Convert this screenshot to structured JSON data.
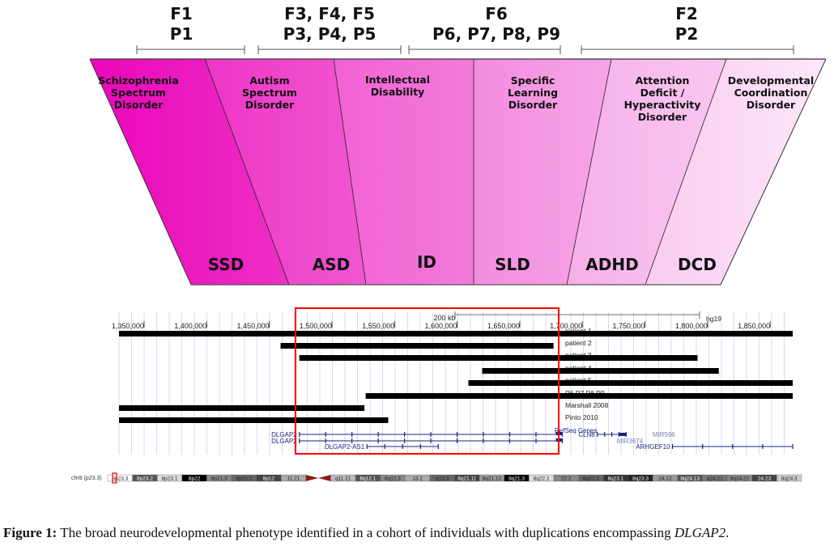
{
  "groups": [
    {
      "families": "F1",
      "patients": "P1"
    },
    {
      "families": "F3, F4, F5",
      "patients": "P3, P4, P5"
    },
    {
      "families": "F6",
      "patients": "P6, P7, P8, P9"
    },
    {
      "families": "F2",
      "patients": "P2"
    }
  ],
  "disorders": [
    {
      "name_lines": [
        "Schizophrenia",
        "Spectrum",
        "Disorder"
      ],
      "abbr": "SSD",
      "color": "#ec0fbd"
    },
    {
      "name_lines": [
        "Autism",
        "Spectrum",
        "Disorder"
      ],
      "abbr": "ASD",
      "color": "#f044cb"
    },
    {
      "name_lines": [
        "Intellectual",
        "Disability"
      ],
      "abbr": "ID",
      "color": "#f36ad7"
    },
    {
      "name_lines": [
        "Specific",
        "Learning",
        "Disorder"
      ],
      "abbr": "SLD",
      "color": "#f592e2"
    },
    {
      "name_lines": [
        "Attention",
        "Deficit /",
        "Hyperactivity",
        "Disorder"
      ],
      "abbr": "ADHD",
      "color": "#f7b8ec"
    },
    {
      "name_lines": [
        "Developmental",
        "Coordination",
        "Disorder"
      ],
      "abbr": "DCD",
      "color": "#fbdcf5"
    }
  ],
  "browser": {
    "assembly": "hg19",
    "scale_label": "200 kb",
    "chromosome_label": "chr8 (p23.3)",
    "ticks": [
      "1,350,000",
      "1,400,000",
      "1,450,000",
      "1,500,000",
      "1,550,000",
      "1,600,000",
      "1,650,000",
      "1,700,000",
      "1,750,000",
      "1,800,000",
      "1,850,000"
    ],
    "tick_values": [
      1350000,
      1400000,
      1450000,
      1500000,
      1550000,
      1600000,
      1650000,
      1700000,
      1750000,
      1800000,
      1850000
    ],
    "view_range": [
      1330000,
      1868000
    ],
    "highlight_range": [
      1474000,
      1684000
    ],
    "tracks": [
      {
        "label": "patient 1",
        "start": 1330000,
        "end": 1868000
      },
      {
        "label": "patient 2",
        "start": 1459000,
        "end": 1677000
      },
      {
        "label": "patient 3",
        "start": 1474000,
        "end": 1792000
      },
      {
        "label": "patient 4",
        "start": 1620000,
        "end": 1809000
      },
      {
        "label": "patient 5",
        "start": 1609000,
        "end": 1868000
      },
      {
        "label": "P6 P7 P8 P9",
        "start": 1527000,
        "end": 1868000
      },
      {
        "label": "Marshall 2008",
        "start": 1330000,
        "end": 1526000
      },
      {
        "label": "Pinto 2010",
        "start": 1330000,
        "end": 1545000
      }
    ],
    "genes_label": "RefSeq Genes",
    "genes": [
      {
        "name": "DLGAP2",
        "start": 1474000,
        "end": 1684000,
        "row": 0,
        "style": "dark"
      },
      {
        "name": "DLGAP2",
        "start": 1474000,
        "end": 1684000,
        "row": 1,
        "style": "dark"
      },
      {
        "name": "DLGAP2-AS1",
        "start": 1528000,
        "end": 1585000,
        "row": 2,
        "style": "dark"
      },
      {
        "name": "CLN8",
        "start": 1712000,
        "end": 1735000,
        "row": 0,
        "style": "dark"
      },
      {
        "name": "MIR596",
        "start": 1765000,
        "end": 1766000,
        "row": 0,
        "style": "muted"
      },
      {
        "name": "MIR3674",
        "start": 1738000,
        "end": 1739000,
        "row": 1,
        "style": "muted"
      },
      {
        "name": "ARHGEF10",
        "start": 1772000,
        "end": 1868000,
        "row": 2,
        "style": "dark"
      }
    ],
    "ideogram_bands": [
      {
        "name": "8p23.3",
        "shade": "#ffffff"
      },
      {
        "name": "8p23.2",
        "shade": "#555555"
      },
      {
        "name": "8p23.1",
        "shade": "#dddddd"
      },
      {
        "name": "8p22",
        "shade": "#000000"
      },
      {
        "name": "8p21.3",
        "shade": "#888888"
      },
      {
        "name": "8p21.2",
        "shade": "#666666"
      },
      {
        "name": "8p12",
        "shade": "#444444"
      },
      {
        "name": "11.21",
        "shade": "#aaaaaa"
      },
      {
        "name": "cen",
        "shade": "#8b1a1a"
      },
      {
        "name": "q11.21",
        "shade": "#bbbbbb"
      },
      {
        "name": "8q12.1",
        "shade": "#555555"
      },
      {
        "name": "8q12.3",
        "shade": "#888888"
      },
      {
        "name": "13.2",
        "shade": "#aaaaaa"
      },
      {
        "name": "q13.3",
        "shade": "#666666"
      },
      {
        "name": "8q21.11",
        "shade": "#444444"
      },
      {
        "name": "8q21.13",
        "shade": "#999999"
      },
      {
        "name": "8q21.3",
        "shade": "#000000"
      },
      {
        "name": "8q22.1",
        "shade": "#dddddd"
      },
      {
        "name": "22.2",
        "shade": "#888888"
      },
      {
        "name": "8q22.3",
        "shade": "#666666"
      },
      {
        "name": "8q23.1",
        "shade": "#333333"
      },
      {
        "name": "8q23.3",
        "shade": "#222222"
      },
      {
        "name": "24.12",
        "shade": "#999999"
      },
      {
        "name": "8q24.13",
        "shade": "#555555"
      },
      {
        "name": "q24.21",
        "shade": "#777777"
      },
      {
        "name": "8q24.22",
        "shade": "#888888"
      },
      {
        "name": "24.23",
        "shade": "#444444"
      },
      {
        "name": "8q24.3",
        "shade": "#cccccc"
      }
    ],
    "colors": {
      "highlight_box": "#ff0000",
      "gene": "#1a237e",
      "grid": "#d8d8f4",
      "bar": "#000000"
    }
  },
  "caption": {
    "title": "Figure 1:",
    "text": " The broad neurodevelopmental phenotype identified in a cohort of individuals with duplications encompassing ",
    "gene": "DLGAP2",
    "end": "."
  }
}
